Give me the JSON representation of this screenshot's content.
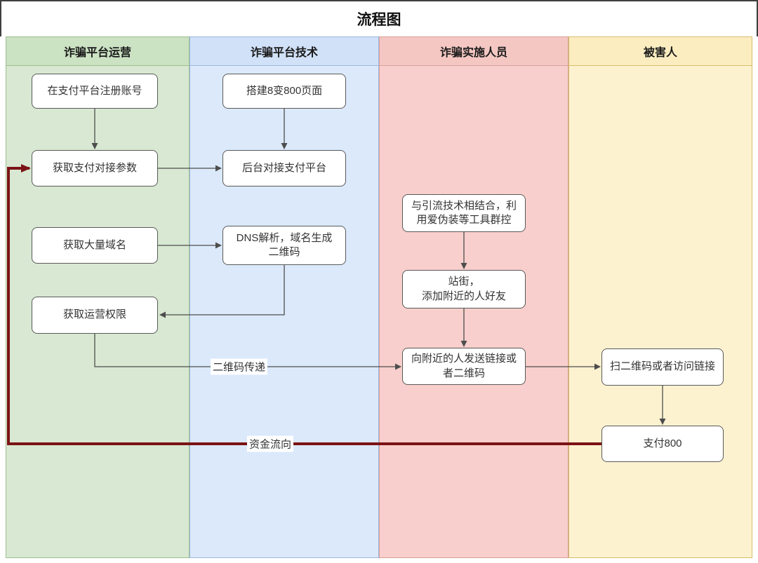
{
  "title": "流程图",
  "lanes": [
    {
      "id": "operator",
      "label": "诈骗平台运营",
      "fill": "#d8e8d2"
    },
    {
      "id": "technology",
      "label": "诈骗平台技术",
      "fill": "#dbe9fb"
    },
    {
      "id": "performer",
      "label": "诈骗实施人员",
      "fill": "#f8cfcc"
    },
    {
      "id": "victim",
      "label": "被害人",
      "fill": "#fdf2d0"
    }
  ],
  "nodes": [
    {
      "id": "register-account",
      "lane": "operator",
      "label": "在支付平台注册账号"
    },
    {
      "id": "get-payment-params",
      "lane": "operator",
      "label": "获取支付对接参数"
    },
    {
      "id": "get-domains",
      "lane": "operator",
      "label": "获取大量域名"
    },
    {
      "id": "get-ops-permission",
      "lane": "operator",
      "label": "获取运营权限"
    },
    {
      "id": "build-8to800-page",
      "lane": "technology",
      "label": "搭建8变800页面"
    },
    {
      "id": "backend-payment-connect",
      "lane": "technology",
      "label": "后台对接支付平台"
    },
    {
      "id": "dns-qrcode",
      "lane": "technology",
      "label": "DNS解析，域名生成\n二维码"
    },
    {
      "id": "traffic-group-control",
      "lane": "performer",
      "label": "与引流技术相结合，利\n用爱伪装等工具群控"
    },
    {
      "id": "street-add-nearby",
      "lane": "performer",
      "label": "站街，\n添加附近的人好友"
    },
    {
      "id": "send-link-qrcode",
      "lane": "performer",
      "label": "向附近的人发送链接或\n者二维码"
    },
    {
      "id": "scan-or-visit",
      "lane": "victim",
      "label": "扫二维码或者访问链接"
    },
    {
      "id": "pay-800",
      "lane": "victim",
      "label": "支付800"
    }
  ],
  "edges": [
    {
      "from": "register-account",
      "to": "get-payment-params",
      "label": ""
    },
    {
      "from": "get-payment-params",
      "to": "backend-payment-connect",
      "label": ""
    },
    {
      "from": "build-8to800-page",
      "to": "backend-payment-connect",
      "label": ""
    },
    {
      "from": "get-domains",
      "to": "dns-qrcode",
      "label": ""
    },
    {
      "from": "dns-qrcode",
      "to": "get-ops-permission",
      "label": ""
    },
    {
      "from": "get-ops-permission",
      "to": "send-link-qrcode",
      "label": "二维码传递"
    },
    {
      "from": "traffic-group-control",
      "to": "street-add-nearby",
      "label": ""
    },
    {
      "from": "street-add-nearby",
      "to": "send-link-qrcode",
      "label": ""
    },
    {
      "from": "send-link-qrcode",
      "to": "scan-or-visit",
      "label": ""
    },
    {
      "from": "scan-or-visit",
      "to": "pay-800",
      "label": ""
    },
    {
      "from": "pay-800",
      "to": "get-payment-params",
      "label": "资金流向"
    }
  ],
  "edge_labels": {
    "qr_transfer": "二维码传递",
    "money_flow": "资金流向"
  },
  "colors": {
    "lane_green": "#d8e8d2",
    "lane_blue": "#dbe9fb",
    "lane_red": "#f8cfcc",
    "lane_yellow": "#fdf2d0",
    "connector": "#4d4d4d",
    "money_flow": "#7b1315",
    "node_border": "#595959",
    "node_fill": "#ffffff",
    "frame_border": "#3f3f3f"
  }
}
